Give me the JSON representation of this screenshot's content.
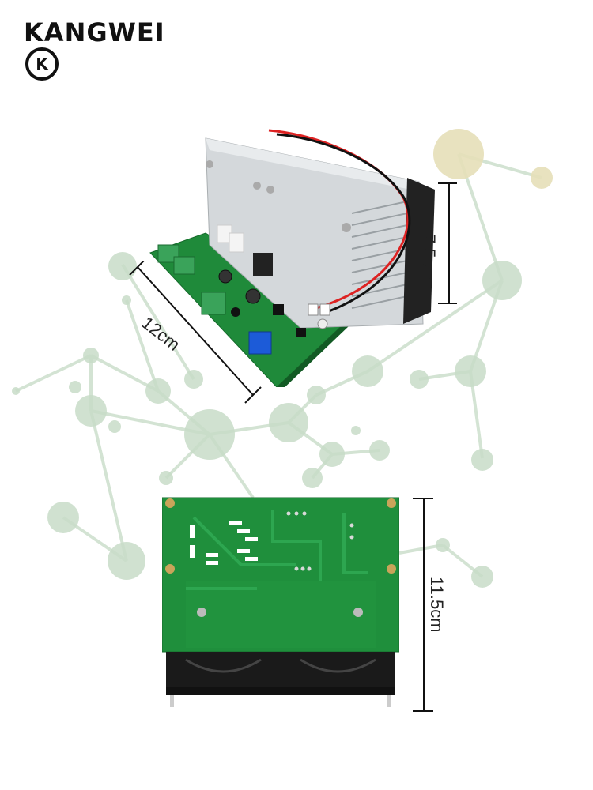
{
  "brand": {
    "name": "KANGWEI",
    "badge": "K"
  },
  "dimensions": {
    "height_top": "7.5cm",
    "length_top": "12cm",
    "length_bottom": "11.5cm"
  },
  "colors": {
    "pcb_green": "#1f8a3a",
    "heatsink_silver": "#cfd3d6",
    "network_green": "#c8dcc8",
    "network_beige": "#e6dfb8"
  }
}
